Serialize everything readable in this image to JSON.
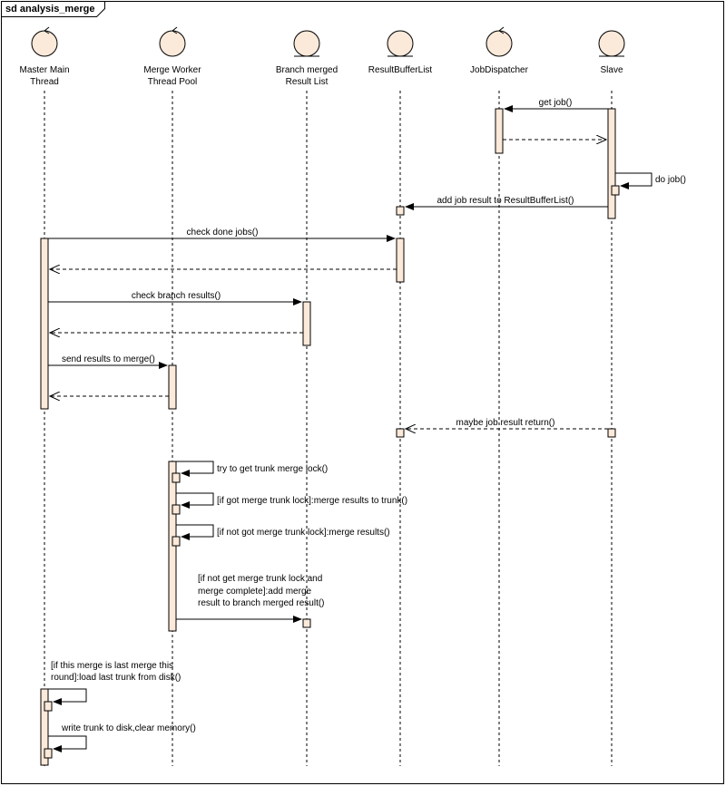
{
  "diagram": {
    "frame_title": "sd analysis_merge",
    "lifelines": [
      {
        "id": "master",
        "name_lines": [
          "Master Main",
          "Thread"
        ]
      },
      {
        "id": "pool",
        "name_lines": [
          "Merge Worker",
          "Thread Pool"
        ]
      },
      {
        "id": "branch",
        "name_lines": [
          "Branch merged",
          "Result List"
        ]
      },
      {
        "id": "rbl",
        "name_lines": [
          "ResultBufferList"
        ]
      },
      {
        "id": "jd",
        "name_lines": [
          "JobDispatcher"
        ]
      },
      {
        "id": "slave",
        "name_lines": [
          "Slave"
        ]
      }
    ],
    "messages": [
      {
        "id": "get-job",
        "text_lines": [
          "get job()"
        ]
      },
      {
        "id": "do-job",
        "text_lines": [
          "do job()"
        ]
      },
      {
        "id": "add-job-result",
        "text_lines": [
          "add job result to ResultBufferList()"
        ]
      },
      {
        "id": "check-done-jobs",
        "text_lines": [
          "check done jobs()"
        ]
      },
      {
        "id": "check-branch-results",
        "text_lines": [
          "check branch results()"
        ]
      },
      {
        "id": "send-results-to-merge",
        "text_lines": [
          "send results to merge()"
        ]
      },
      {
        "id": "maybe-job-result-return",
        "text_lines": [
          "maybe job result return()"
        ]
      },
      {
        "id": "try-get-trunk-lock",
        "text_lines": [
          "try to get trunk merge lock()"
        ]
      },
      {
        "id": "merge-to-trunk",
        "text_lines": [
          "[if got merge trunk lock]:merge results to trunk()"
        ]
      },
      {
        "id": "merge-results",
        "text_lines": [
          "[if not got merge trunk lock]:merge results()"
        ]
      },
      {
        "id": "add-to-branch",
        "text_lines": [
          "[if not get merge trunk lock and",
          "merge complete]:add merge",
          "result to branch merged result()"
        ]
      },
      {
        "id": "load-last-trunk",
        "text_lines": [
          "[if this merge is last merge this",
          "round]:load last trunk from disk()"
        ]
      },
      {
        "id": "write-trunk",
        "text_lines": [
          "write trunk to disk,clear memory()"
        ]
      }
    ]
  }
}
